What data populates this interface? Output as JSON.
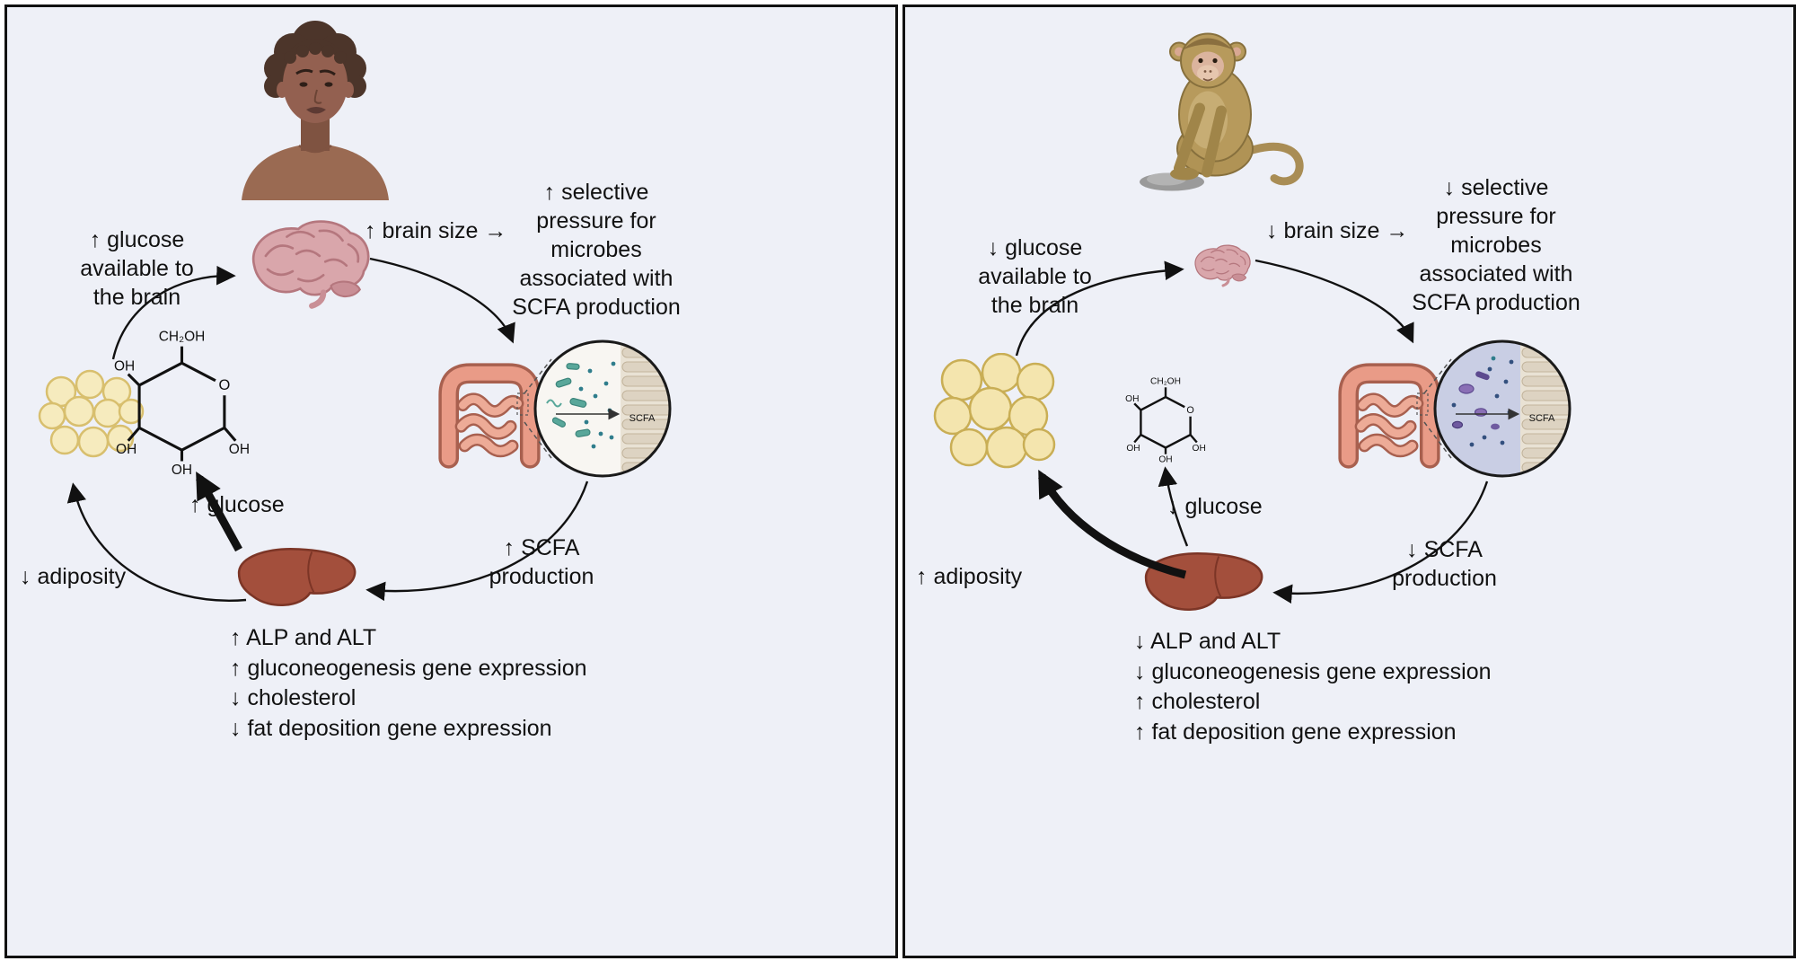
{
  "figure": {
    "panels": [
      {
        "subject": "human",
        "glucose_available": "↑ glucose\navailable to\nthe brain",
        "brain_size": "↑ brain size  →",
        "selective_pressure": "↑ selective\npressure for\nmicrobes\nassociated with\nSCFA production",
        "scfa_production": "↑ SCFA\nproduction",
        "glucose": "↑ glucose",
        "adiposity": "↓ adiposity",
        "liver_effects": [
          "↑ ALP and ALT",
          "↑ gluconeogenesis gene expression",
          "↓ cholesterol",
          "↓ fat deposition gene expression"
        ],
        "molecule": {
          "ch2oh": "CH₂OH",
          "ring_oxygen": "O",
          "hydroxyl": "OH"
        },
        "inset_label": "SCFA"
      },
      {
        "subject": "monkey",
        "glucose_available": "↓ glucose\navailable to\nthe brain",
        "brain_size": "↓ brain size  →",
        "selective_pressure": "↓ selective\npressure for\nmicrobes\nassociated with\nSCFA production",
        "scfa_production": "↓ SCFA\nproduction",
        "glucose": "↓ glucose",
        "adiposity": "↑ adiposity",
        "liver_effects": [
          "↓ ALP and ALT",
          "↓ gluconeogenesis gene expression",
          "↑ cholesterol",
          "↑ fat deposition gene expression"
        ],
        "molecule": {
          "ch2oh": "CH₂OH",
          "ring_oxygen": "O",
          "hydroxyl": "OH"
        },
        "inset_label": "SCFA"
      }
    ],
    "colors": {
      "panel_bg": "#eef0f7",
      "brain": "#d9a6ab",
      "intestine": "#e99b87",
      "liver": "#a34f3c",
      "fat_cells": "#f6ebbe",
      "microbes_left": "#59a79a",
      "microbes_right": "#8a6fb5",
      "inset_bg_left": "#f8f6f2",
      "inset_bg_right": "#c9cee4"
    }
  }
}
